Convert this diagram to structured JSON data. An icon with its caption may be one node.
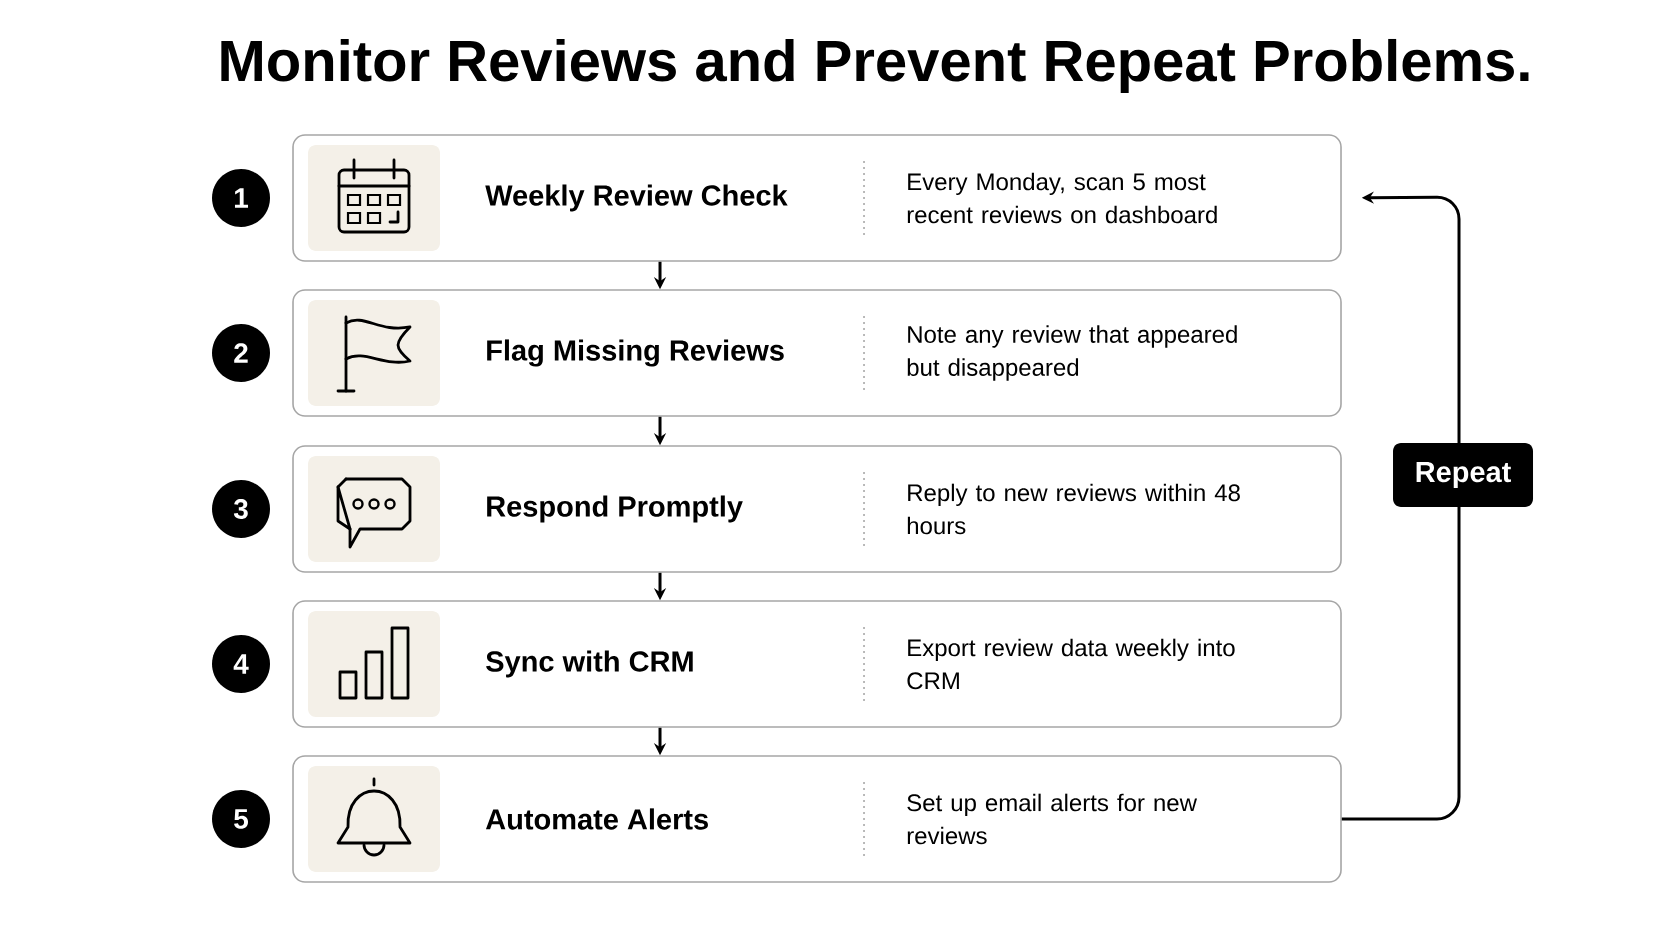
{
  "diagram": {
    "title": "Monitor Reviews and Prevent Repeat Problems.",
    "nodes": [
      {
        "text": [
          "1"
        ]
      },
      {
        "text": [
          "Weekly Review Check",
          "Every Monday, scan 5 most recent reviews on dashboard"
        ]
      },
      {
        "text": [
          "2"
        ]
      },
      {
        "text": [
          "Flag Missing Reviews",
          "Note any review that appeared but disappeared"
        ]
      },
      {
        "text": [
          "3"
        ]
      },
      {
        "text": [
          "Respond Promptly",
          "Reply to new reviews within 48 hours"
        ]
      },
      {
        "text": [
          "4"
        ]
      },
      {
        "text": [
          "Sync with CRM",
          "Export review data weekly into CRM"
        ]
      },
      {
        "text": [
          "5"
        ]
      },
      {
        "text": [
          "Automate Alerts",
          "Set up email alerts for new reviews"
        ]
      }
    ],
    "edges": [
      {
        "from": 1,
        "to": 3,
        "arrow": "to"
      },
      {
        "from": 3,
        "to": 5,
        "arrow": "to"
      },
      {
        "from": 5,
        "to": 7,
        "arrow": "to"
      },
      {
        "from": 7,
        "to": 9,
        "arrow": "to"
      },
      {
        "from": 9,
        "to": 1,
        "arrow": "to",
        "label": "Repeat"
      }
    ]
  }
}
